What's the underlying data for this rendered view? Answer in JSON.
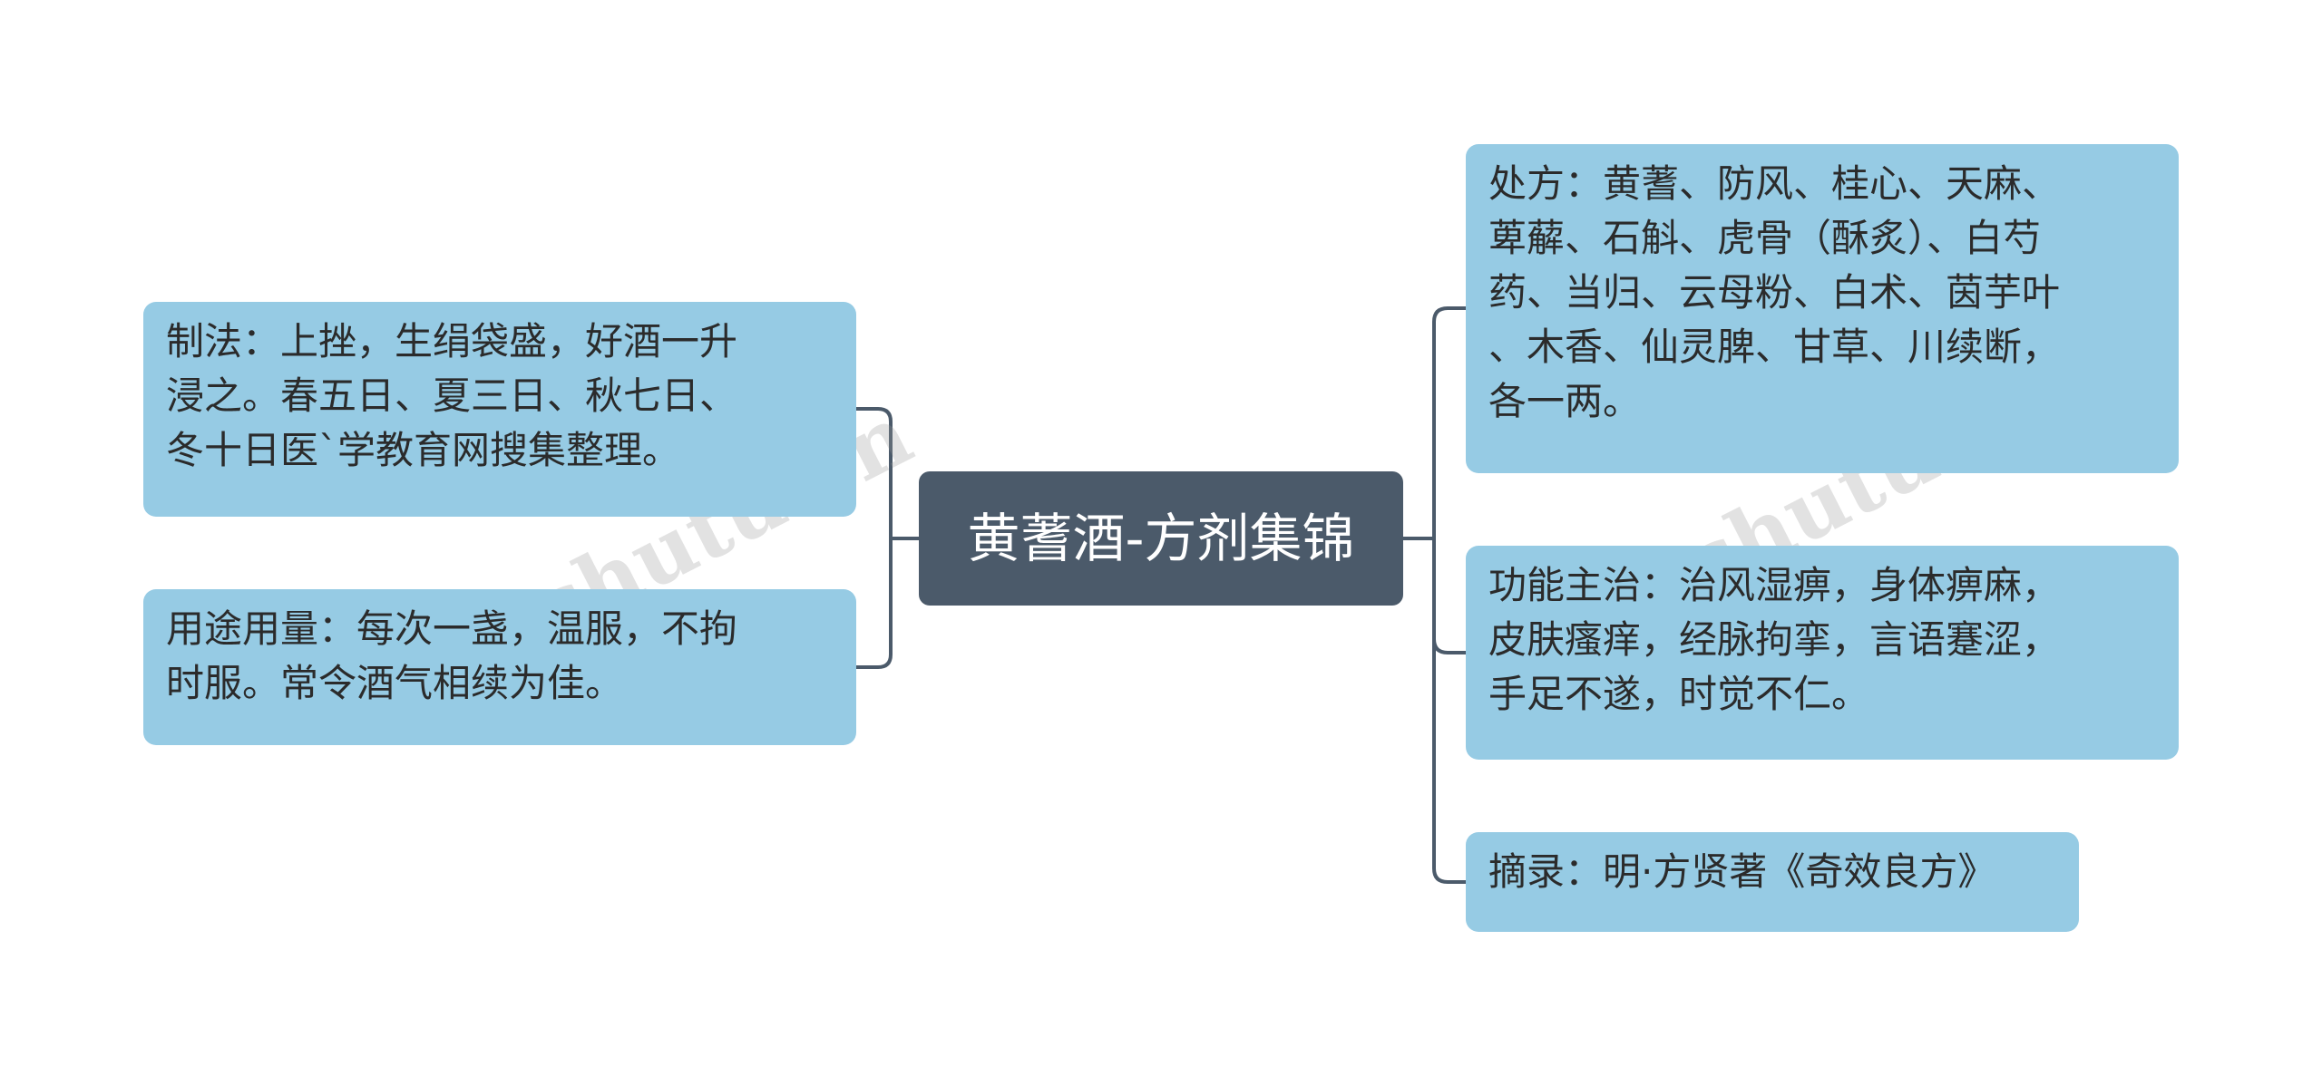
{
  "colors": {
    "center_bg": "#4b5a6a",
    "leaf_bg": "#96cbe4",
    "connector": "#4b5a6a"
  },
  "center": {
    "label": "黄蓍酒-方剂集锦"
  },
  "left_nodes": [
    {
      "id": "zhifa",
      "text": "制法：上挫，生绢袋盛，好酒一升\n浸之。春五日、夏三日、秋七日、\n冬十日医`学教育网搜集整理。"
    },
    {
      "id": "yongtu",
      "text": "用途用量：每次一盏，温服，不拘\n时服。常令酒气相续为佳。"
    }
  ],
  "right_nodes": [
    {
      "id": "chufang",
      "text": "处方：黄蓍、防风、桂心、天麻、\n萆薢、石斛、虎骨（酥炙）、白芍\n药、当归、云母粉、白术、茵芋叶\n、木香、仙灵脾、甘草、川续断，\n各一两。"
    },
    {
      "id": "gongneng",
      "text": "功能主治：治风湿痹，身体痹麻，\n皮肤瘙痒，经脉拘挛，言语蹇涩，\n手足不遂，时觉不仁。"
    },
    {
      "id": "zhailu",
      "text": "摘录：明·方贤著《奇效良方》"
    }
  ],
  "watermark": {
    "text": "树图 shutu.cn"
  }
}
